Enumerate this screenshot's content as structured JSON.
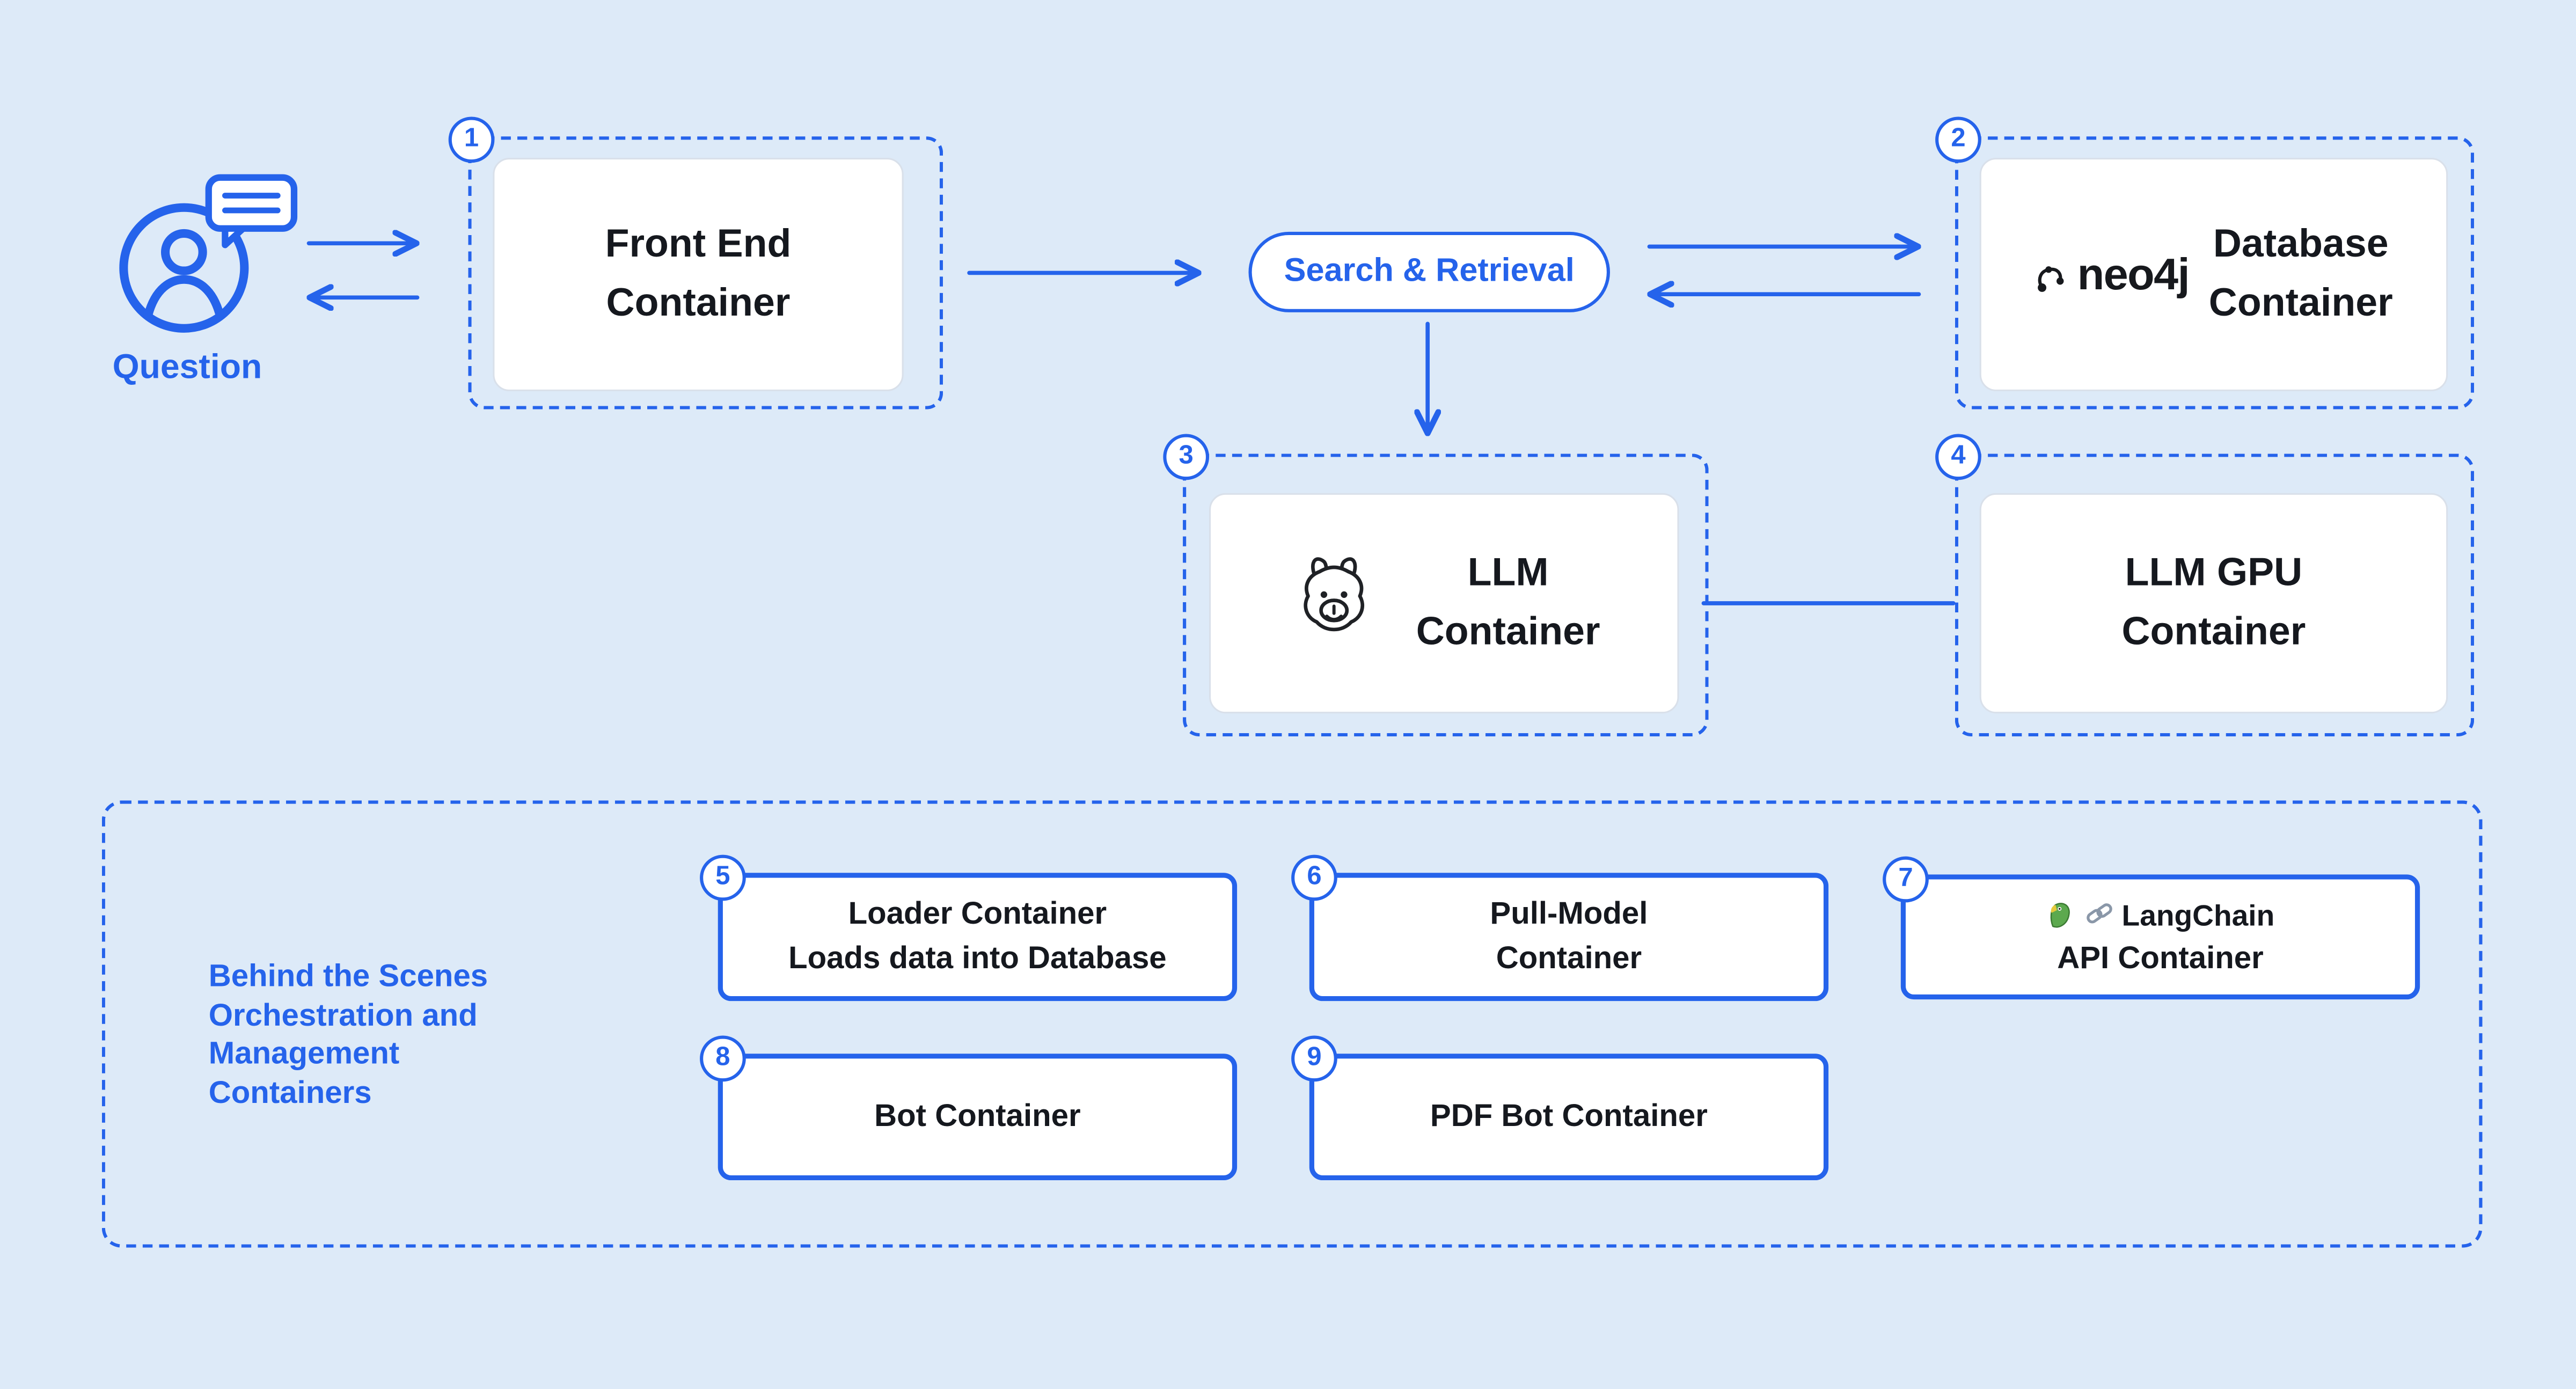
{
  "colors": {
    "accent": "#2563eb",
    "background": "#ddeaf8",
    "text": "#15181e"
  },
  "question": {
    "label": "Question"
  },
  "pill": {
    "label": "Search & Retrieval"
  },
  "badges": {
    "frontend": "1",
    "database": "2",
    "llm": "3",
    "llm_gpu": "4",
    "loader": "5",
    "pull_model": "6",
    "api": "7",
    "bot": "8",
    "pdf_bot": "9"
  },
  "nodes": {
    "frontend": {
      "line1": "Front End",
      "line2": "Container"
    },
    "database": {
      "logo": "neo4j",
      "line1": "Database",
      "line2": "Container"
    },
    "llm": {
      "line1": "LLM",
      "line2": "Container"
    },
    "llm_gpu": {
      "line1": "LLM GPU",
      "line2": "Container"
    },
    "loader": {
      "line1": "Loader Container",
      "line2": "Loads data into Database"
    },
    "pull_model": {
      "line1": "Pull-Model",
      "line2": "Container"
    },
    "api": {
      "logo": "LangChain",
      "line2": "API Container"
    },
    "bot": {
      "line1": "Bot Container"
    },
    "pdf_bot": {
      "line1": "PDF Bot Container"
    }
  },
  "behind_scenes": {
    "line1": "Behind the Scenes",
    "line2": "Orchestration and",
    "line3": "Management",
    "line4": "Containers"
  }
}
